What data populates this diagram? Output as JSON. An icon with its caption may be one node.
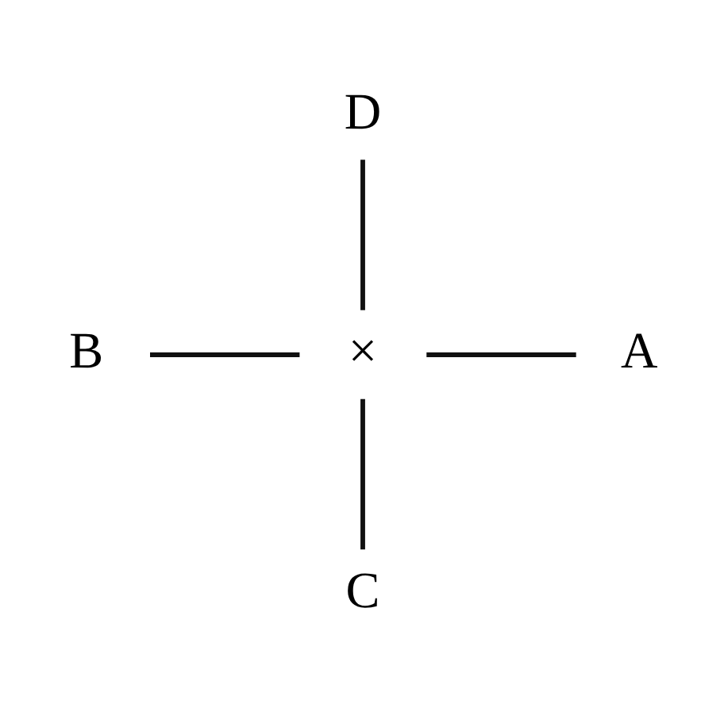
{
  "diagram": {
    "nodes": [
      {
        "text": [
          "D"
        ]
      },
      {
        "text": [
          "B"
        ]
      },
      {
        "text": [
          "×"
        ]
      },
      {
        "text": [
          "A"
        ]
      },
      {
        "text": [
          "C"
        ]
      }
    ],
    "edges": [
      {
        "from": 2,
        "to": 0,
        "arrow": "none"
      },
      {
        "from": 2,
        "to": 1,
        "arrow": "none"
      },
      {
        "from": 2,
        "to": 3,
        "arrow": "none"
      },
      {
        "from": 2,
        "to": 4,
        "arrow": "none"
      }
    ]
  }
}
